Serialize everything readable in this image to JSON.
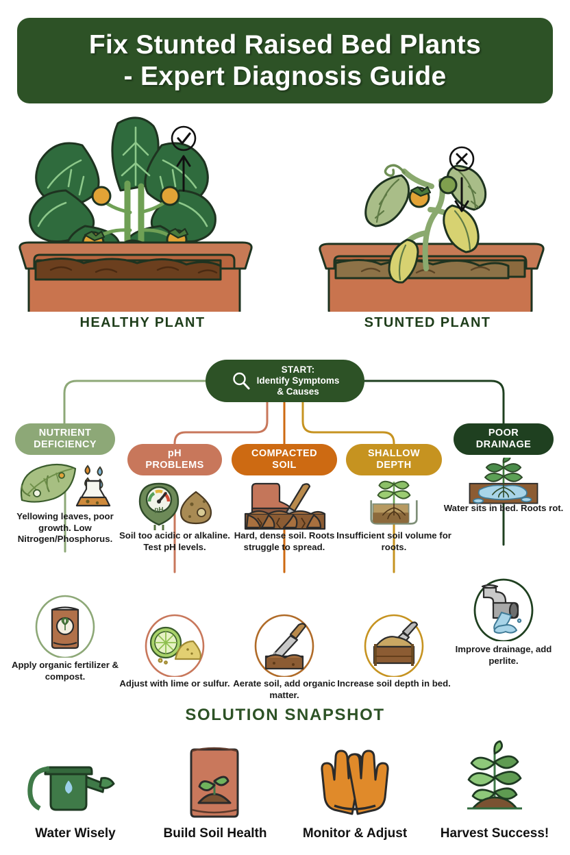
{
  "header": {
    "title_line1": "Fix Stunted Raised Bed Plants",
    "title_line2": "- Expert Diagnosis Guide",
    "bg_color": "#2d5226"
  },
  "comparison": [
    {
      "label": "HEALTHY PLANT",
      "status_icon": "check-circle-icon",
      "arrow": "arrow-up-icon",
      "plant_state": "healthy"
    },
    {
      "label": "STUNTED PLANT",
      "status_icon": "x-circle-icon",
      "arrow": "arrow-down-icon",
      "plant_state": "stunted"
    }
  ],
  "flow": {
    "start": {
      "icon": "magnifier-icon",
      "line1": "START:",
      "line2": "Identify Symptoms",
      "line3": "& Causes",
      "color": "#2d5226"
    },
    "branches": [
      {
        "pill_line1": "NUTRIENT",
        "pill_line2": "DEFICIENCY",
        "color": "#8da877",
        "symptom_icon": "leaf-flask-icon",
        "symptom": "Yellowing leaves, poor growth. Low Nitrogen/Phosphorus.",
        "solution_icon": "fertilizer-bag-icon",
        "solution": "Apply organic fertilizer & compost."
      },
      {
        "pill_line1": "pH",
        "pill_line2": "PROBLEMS",
        "color": "#c8775b",
        "symptom_icon": "ph-meter-icon",
        "symptom": "Soil too acidic or alkaline. Test pH levels.",
        "solution_icon": "lime-sulfur-icon",
        "solution": "Adjust with lime or sulfur."
      },
      {
        "pill_line1": "COMPACTED",
        "pill_line2": "SOIL",
        "color": "#cd6a12",
        "symptom_icon": "boot-trowel-icon",
        "symptom": "Hard, dense soil. Roots struggle to spread.",
        "solution_icon": "garden-fork-icon",
        "solution": "Aerate soil, add organic matter."
      },
      {
        "pill_line1": "SHALLOW",
        "pill_line2": "DEPTH",
        "color": "#c69320",
        "symptom_icon": "shallow-planter-icon",
        "symptom": "Insufficient soil volume for roots.",
        "solution_icon": "soil-fill-icon",
        "solution": "Increase soil depth in bed."
      },
      {
        "pill_line1": "POOR",
        "pill_line2": "DRAINAGE",
        "color": "#1f4020",
        "symptom_icon": "waterlogged-soil-icon",
        "symptom": "Water sits in bed. Roots rot.",
        "solution_icon": "drain-pipe-icon",
        "solution": "Improve drainage, add perlite."
      }
    ]
  },
  "snapshot": {
    "title": "SOLUTION SNAPSHOT",
    "items": [
      {
        "label": "Water Wisely",
        "icon": "watering-can-icon"
      },
      {
        "label": "Build Soil Health",
        "icon": "soil-bag-icon"
      },
      {
        "label": "Monitor & Adjust",
        "icon": "gloves-icon"
      },
      {
        "label": "Harvest Success!",
        "icon": "seedling-icon"
      }
    ]
  }
}
